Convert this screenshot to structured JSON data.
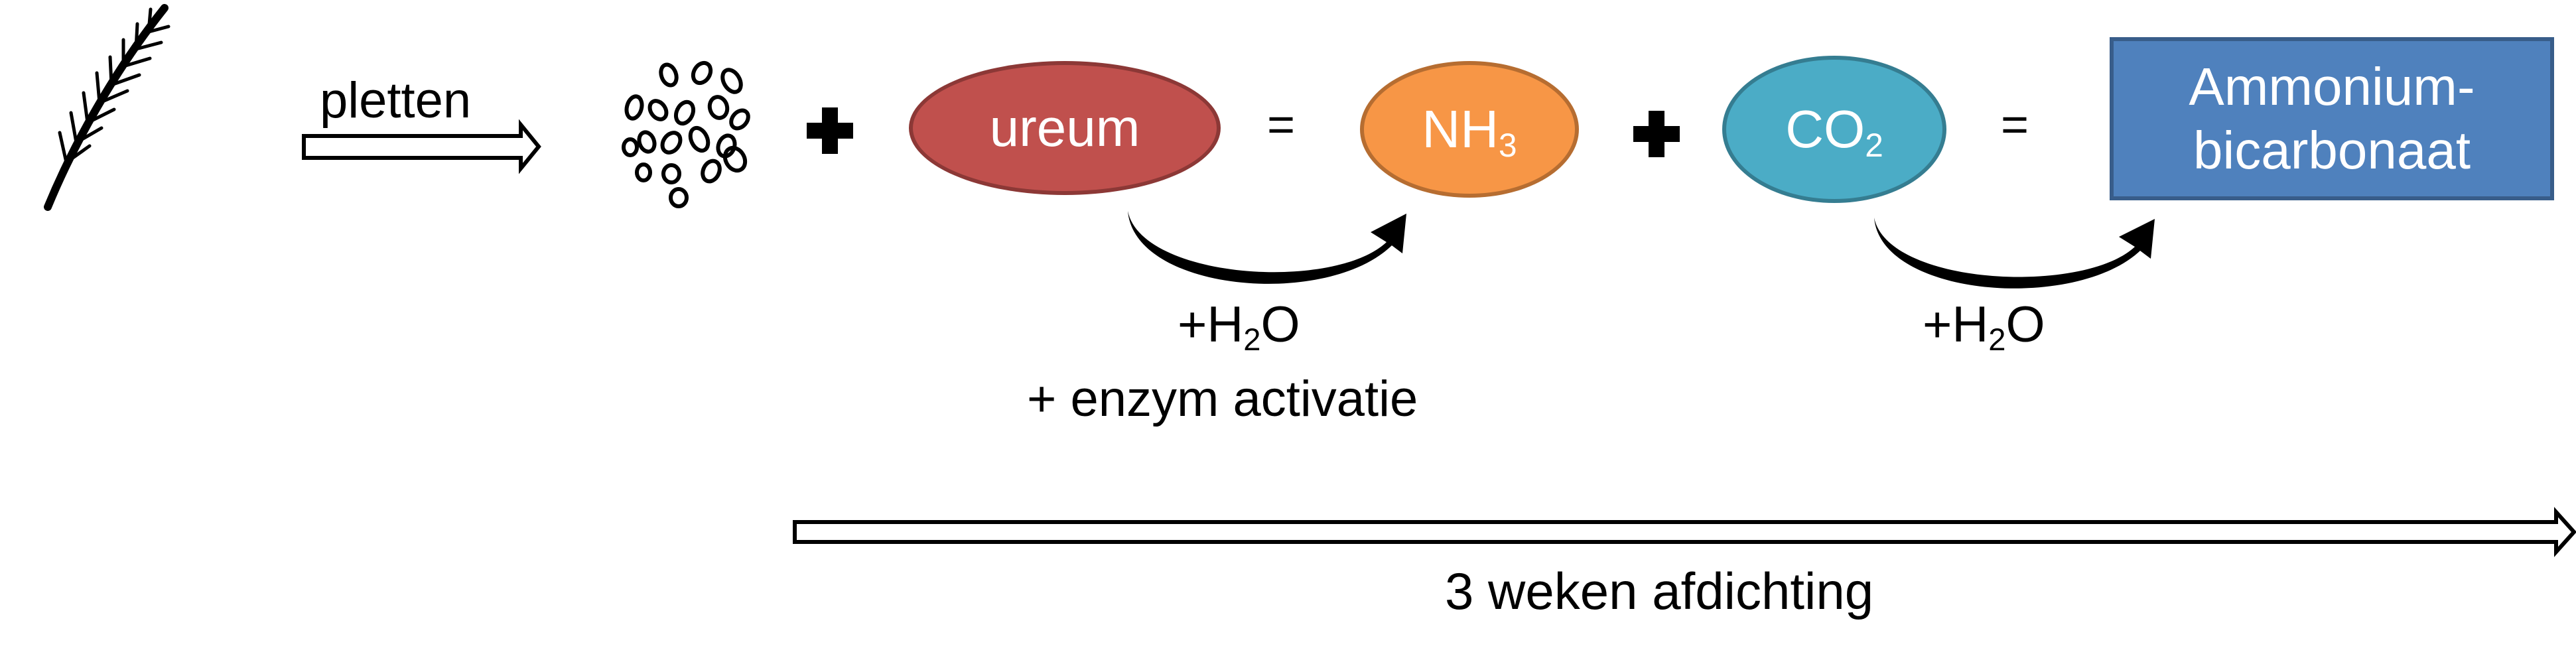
{
  "steps": {
    "press_label": "pletten",
    "equals_1": "=",
    "equals_2": "=",
    "ureum_label": "ureum",
    "nh3_main": "NH",
    "nh3_sub": "3",
    "co2_main": "CO",
    "co2_sub": "2",
    "product_line1": "Ammonium-",
    "product_line2": "bicarbonaat"
  },
  "reactions": {
    "r1_water_prefix": "+H",
    "r1_water_sub": "2",
    "r1_water_suffix": "O",
    "r1_enzyme": "+ enzym activatie",
    "r2_water_prefix": "+H",
    "r2_water_sub": "2",
    "r2_water_suffix": "O"
  },
  "timeline": {
    "label": "3 weken afdichting"
  },
  "colors": {
    "ureum": "#c0504d",
    "nh3": "#f79646",
    "co2": "#4bacc6",
    "product": "#4f81bd"
  },
  "icons": {
    "plant": "wheat-stalk-icon",
    "grains": "grain-kernels-icon"
  }
}
